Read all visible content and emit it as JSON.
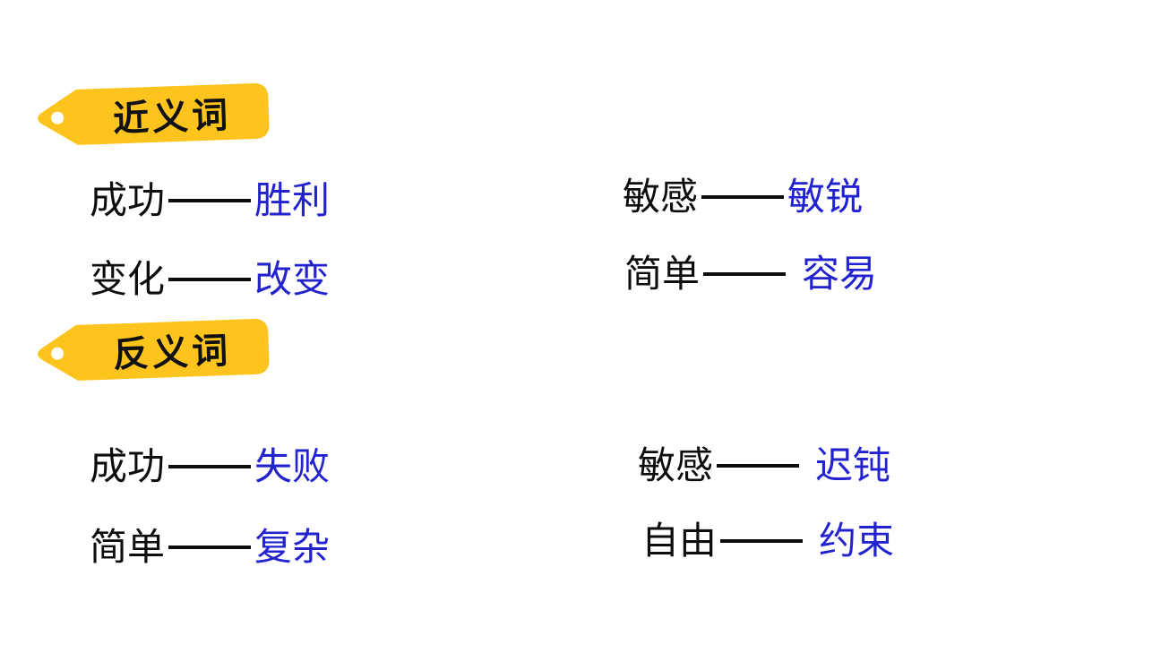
{
  "page": {
    "background": "#ffffff",
    "type": "chinese-vocabulary-slide"
  },
  "colors": {
    "tag_yellow": "#FCC41D",
    "word_blue": "#2222CE",
    "text_black": "#0d0d0d"
  },
  "sections": [
    {
      "label": "近义词",
      "separator": "——",
      "pairs": [
        {
          "left": "成功",
          "right": "胜利"
        },
        {
          "left": "变化",
          "right": "改变"
        },
        {
          "left": "敏感",
          "right": "敏锐"
        },
        {
          "left": "简单",
          "right": "容易"
        }
      ]
    },
    {
      "label": "反义词",
      "separator": "——",
      "pairs": [
        {
          "left": "成功",
          "right": "失败"
        },
        {
          "left": "简单",
          "right": "复杂"
        },
        {
          "left": "敏感",
          "right": "迟钝"
        },
        {
          "left": "自由",
          "right": "约束"
        }
      ]
    }
  ]
}
